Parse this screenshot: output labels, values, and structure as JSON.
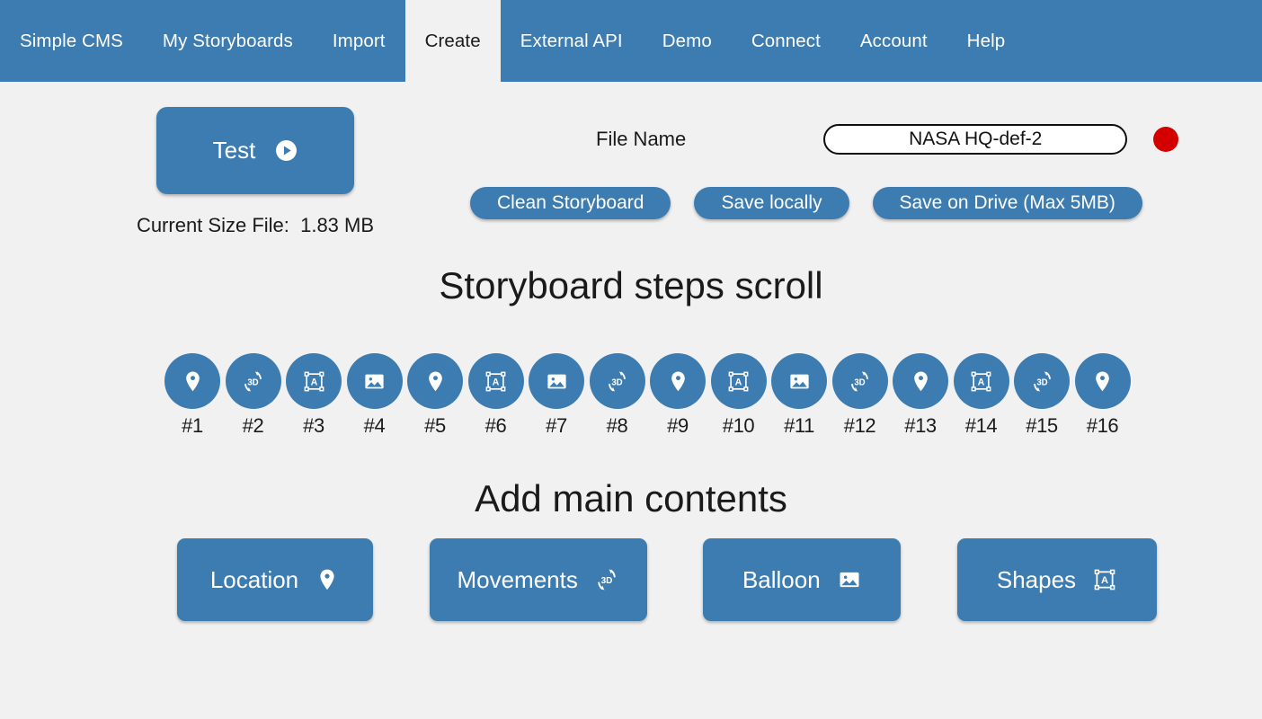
{
  "nav": {
    "items": [
      {
        "label": "Simple CMS",
        "active": false
      },
      {
        "label": "My Storyboards",
        "active": false
      },
      {
        "label": "Import",
        "active": false
      },
      {
        "label": "Create",
        "active": true
      },
      {
        "label": "External API",
        "active": false
      },
      {
        "label": "Demo",
        "active": false
      },
      {
        "label": "Connect",
        "active": false
      },
      {
        "label": "Account",
        "active": false
      },
      {
        "label": "Help",
        "active": false
      }
    ],
    "active_tab": "Create"
  },
  "toolbar": {
    "test_label": "Test",
    "test_icon": "play-circle-icon",
    "size_text": "Current Size File:  1.83 MB",
    "file_name_label": "File Name",
    "file_name_value": "NASA HQ-def-2",
    "file_name_placeholder": "File name",
    "record_indicator": "record-dot",
    "clean_label": "Clean Storyboard",
    "save_local_label": "Save locally",
    "save_drive_label": "Save on Drive (Max 5MB)"
  },
  "sections": {
    "steps_heading": "Storyboard steps scroll",
    "contents_heading": "Add main contents"
  },
  "steps": [
    {
      "label": "#1",
      "icon": "location-pin-icon"
    },
    {
      "label": "#2",
      "icon": "movement-3d-icon"
    },
    {
      "label": "#3",
      "icon": "shapes-icon"
    },
    {
      "label": "#4",
      "icon": "image-icon"
    },
    {
      "label": "#5",
      "icon": "location-pin-icon"
    },
    {
      "label": "#6",
      "icon": "shapes-icon"
    },
    {
      "label": "#7",
      "icon": "image-icon"
    },
    {
      "label": "#8",
      "icon": "movement-3d-icon"
    },
    {
      "label": "#9",
      "icon": "location-pin-icon"
    },
    {
      "label": "#10",
      "icon": "shapes-icon"
    },
    {
      "label": "#11",
      "icon": "image-icon"
    },
    {
      "label": "#12",
      "icon": "movement-3d-icon"
    },
    {
      "label": "#13",
      "icon": "location-pin-icon"
    },
    {
      "label": "#14",
      "icon": "shapes-icon"
    },
    {
      "label": "#15",
      "icon": "movement-3d-icon"
    },
    {
      "label": "#16",
      "icon": "location-pin-icon"
    }
  ],
  "content_buttons": [
    {
      "label": "Location",
      "icon": "location-pin-icon"
    },
    {
      "label": "Movements",
      "icon": "movement-3d-icon"
    },
    {
      "label": "Balloon",
      "icon": "image-icon"
    },
    {
      "label": "Shapes",
      "icon": "shapes-icon"
    }
  ],
  "colors": {
    "brand_blue": "#3d7cb0",
    "page_background": "#f1f1f1",
    "record_red": "#d40000",
    "text_dark": "#1a1a1a",
    "text_on_blue": "#ffffff"
  }
}
